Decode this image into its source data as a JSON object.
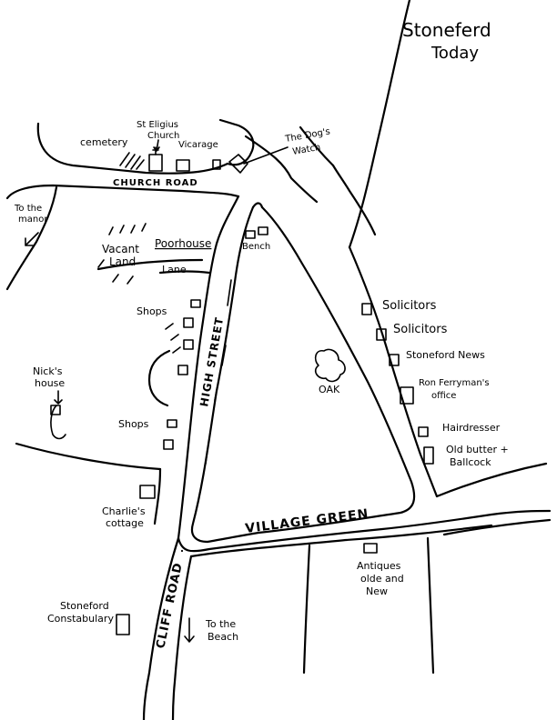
{
  "title": {
    "line1": "Stoneferd",
    "line2": "Today"
  },
  "roads": {
    "church_road": "CHURCH ROAD",
    "high_street": "HIGH STREET",
    "village_green": "VILLAGE GREEN",
    "cliff_road": "CLIFF ROAD",
    "lane": "Lane"
  },
  "places": {
    "cemetery": "cemetery",
    "church_l1": "St Eligius",
    "church_l2": "Church",
    "vicarage": "Vicarage",
    "dogs_watch_l1": "The Dog's",
    "dogs_watch_l2": "Watch",
    "to_manor_l1": "To the",
    "to_manor_l2": "manor",
    "vacant_l1": "Vacant",
    "vacant_l2": "Land",
    "poorhouse": "Poorhouse",
    "bench": "Bench",
    "shops_upper": "Shops",
    "shops_lower": "Shops",
    "nicks_l1": "Nick's",
    "nicks_l2": "house",
    "oak": "OAK",
    "charlies_l1": "Charlie's",
    "charlies_l2": "cottage",
    "constabulary_l1": "Stoneford",
    "constabulary_l2": "Constabulary",
    "to_beach_l1": "To the",
    "to_beach_l2": "Beach",
    "antiques_l1": "Antiques",
    "antiques_l2": "olde and",
    "antiques_l3": "New"
  },
  "east_side": {
    "solicitors_1": "Solicitors",
    "solicitors_2": "Solicitors",
    "news": "Stoneford News",
    "ferryman_l1": "Ron Ferryman's",
    "ferryman_l2": "office",
    "hairdresser": "Hairdresser",
    "oldbutter_l1": "Old butter +",
    "oldbutter_l2": "Ballcock"
  }
}
